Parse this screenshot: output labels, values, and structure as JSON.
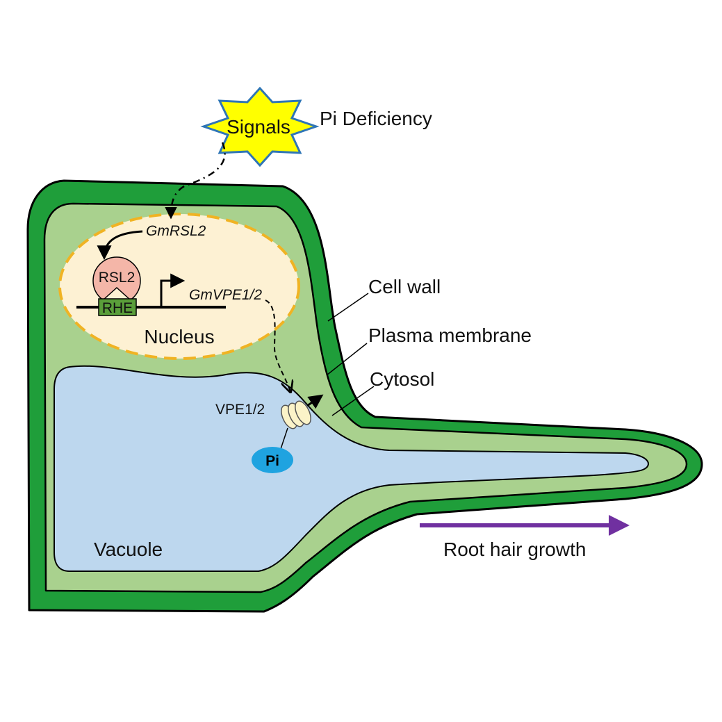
{
  "signal": {
    "label": "Signals",
    "condition": "Pi Deficiency"
  },
  "nucleus": {
    "label": "Nucleus",
    "gene_rsl2": "GmRSL2",
    "gene_vpe": "GmVPE1/2",
    "protein": "RSL2",
    "element": "RHE"
  },
  "labels": {
    "cell_wall": "Cell wall",
    "plasma_membrane": "Plasma membrane",
    "cytosol": "Cytosol",
    "vacuole": "Vacuole",
    "transporter": "VPE1/2",
    "pi": "Pi",
    "growth": "Root hair growth"
  },
  "colors": {
    "cell_wall": "#1f9e3a",
    "cytosol": "#a9d18e",
    "vacuole": "#bdd7ee",
    "nucleus_fill": "#fdf1d3",
    "nucleus_border": "#f0b323",
    "star": "#ffff00",
    "star_outline": "#2e75b6",
    "rsl2": "#f4b6a8",
    "rhe": "#5a9e3a",
    "pi": "#1fa3e0",
    "growth_arrow": "#7030a0"
  }
}
